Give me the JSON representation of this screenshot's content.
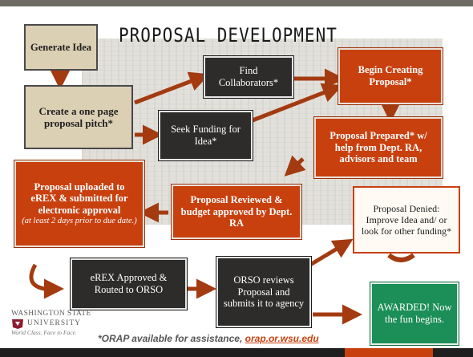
{
  "title": "PROPOSAL DEVELOPMENT",
  "nodes": {
    "generate_idea": "Generate Idea",
    "create_pitch": "Create a one page proposal pitch*",
    "find_collaborators": "Find Collaborators*",
    "seek_funding": "Seek Funding for Idea*",
    "begin_creating": "Begin Creating Proposal*",
    "proposal_prepared": "Proposal Prepared* w/ help from Dept. RA, advisors and team",
    "proposal_reviewed": "Proposal Reviewed & budget approved by Dept. RA",
    "proposal_uploaded": "Proposal uploaded to eREX & submitted for electronic approval",
    "proposal_uploaded_note": "(at least 2 days prior to due date.)",
    "proposal_denied": "Proposal Denied: Improve Idea and/ or look for other funding*",
    "erex_approved": "eREX Approved & Routed to ORSO",
    "orso_reviews": "ORSO reviews Proposal and submits it to agency",
    "awarded": "AWARDED! Now the fun begins."
  },
  "footer": {
    "note_prefix": "*ORAP available for assistance, ",
    "link": "orap.or.wsu.edu"
  },
  "logo": {
    "line1": "WASHINGTON STATE",
    "line2": "UNIVERSITY",
    "tagline": "World Class. Face to Face."
  },
  "colors": {
    "accent": "#c9400f",
    "dark": "#2e2c2a",
    "tan": "#dcd0b4",
    "green": "#1c8e57"
  }
}
